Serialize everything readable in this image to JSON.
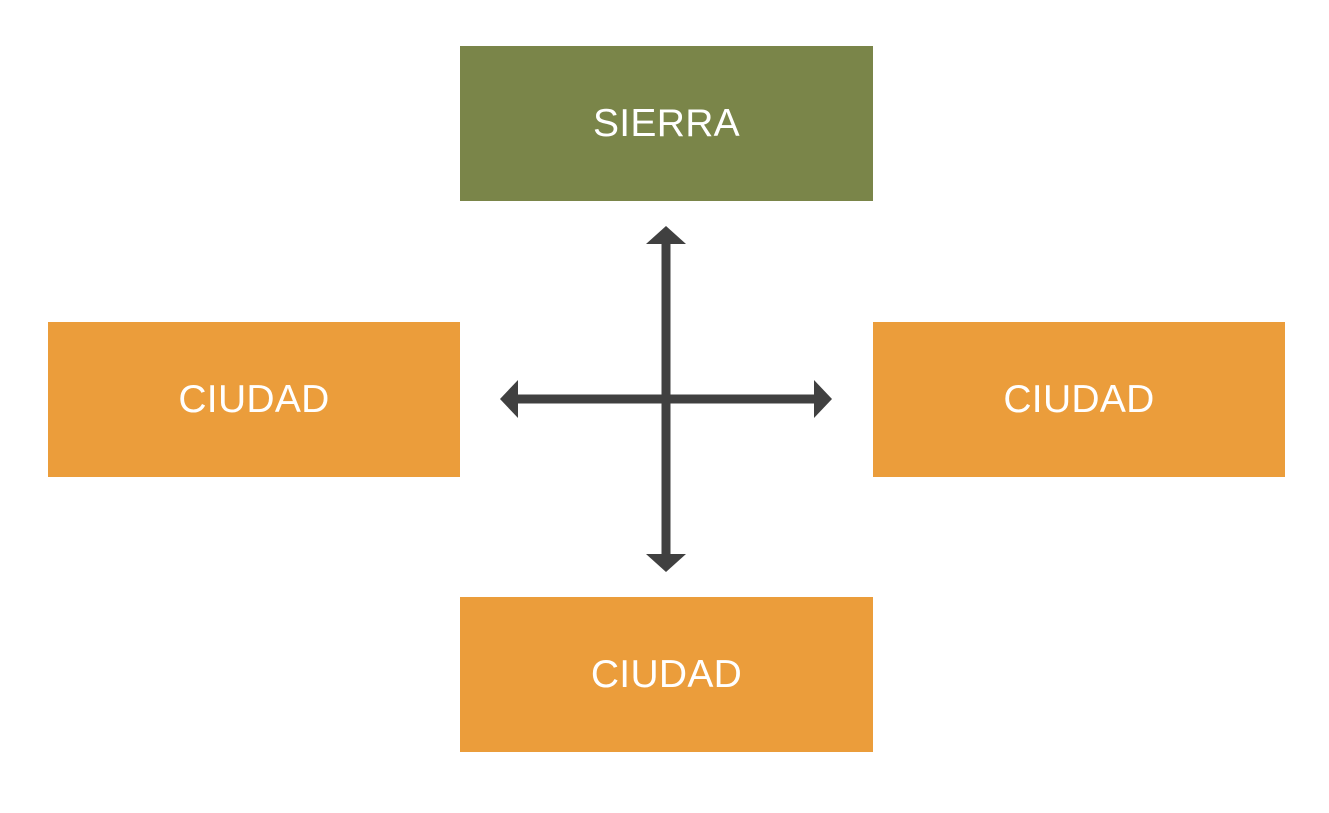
{
  "diagram": {
    "nodes": {
      "top": {
        "label": "SIERRA"
      },
      "left": {
        "label": "CIUDAD"
      },
      "right": {
        "label": "CIUDAD"
      },
      "bottom": {
        "label": "CIUDAD"
      }
    },
    "connector": {
      "type": "four-way-cross-arrow",
      "directions": [
        "up",
        "down",
        "left",
        "right"
      ]
    }
  },
  "colors": {
    "sierra_fill": "#7a8549",
    "ciudad_fill": "#eb9d3b",
    "arrow": "#404040",
    "text": "#ffffff",
    "background": "#ffffff"
  }
}
